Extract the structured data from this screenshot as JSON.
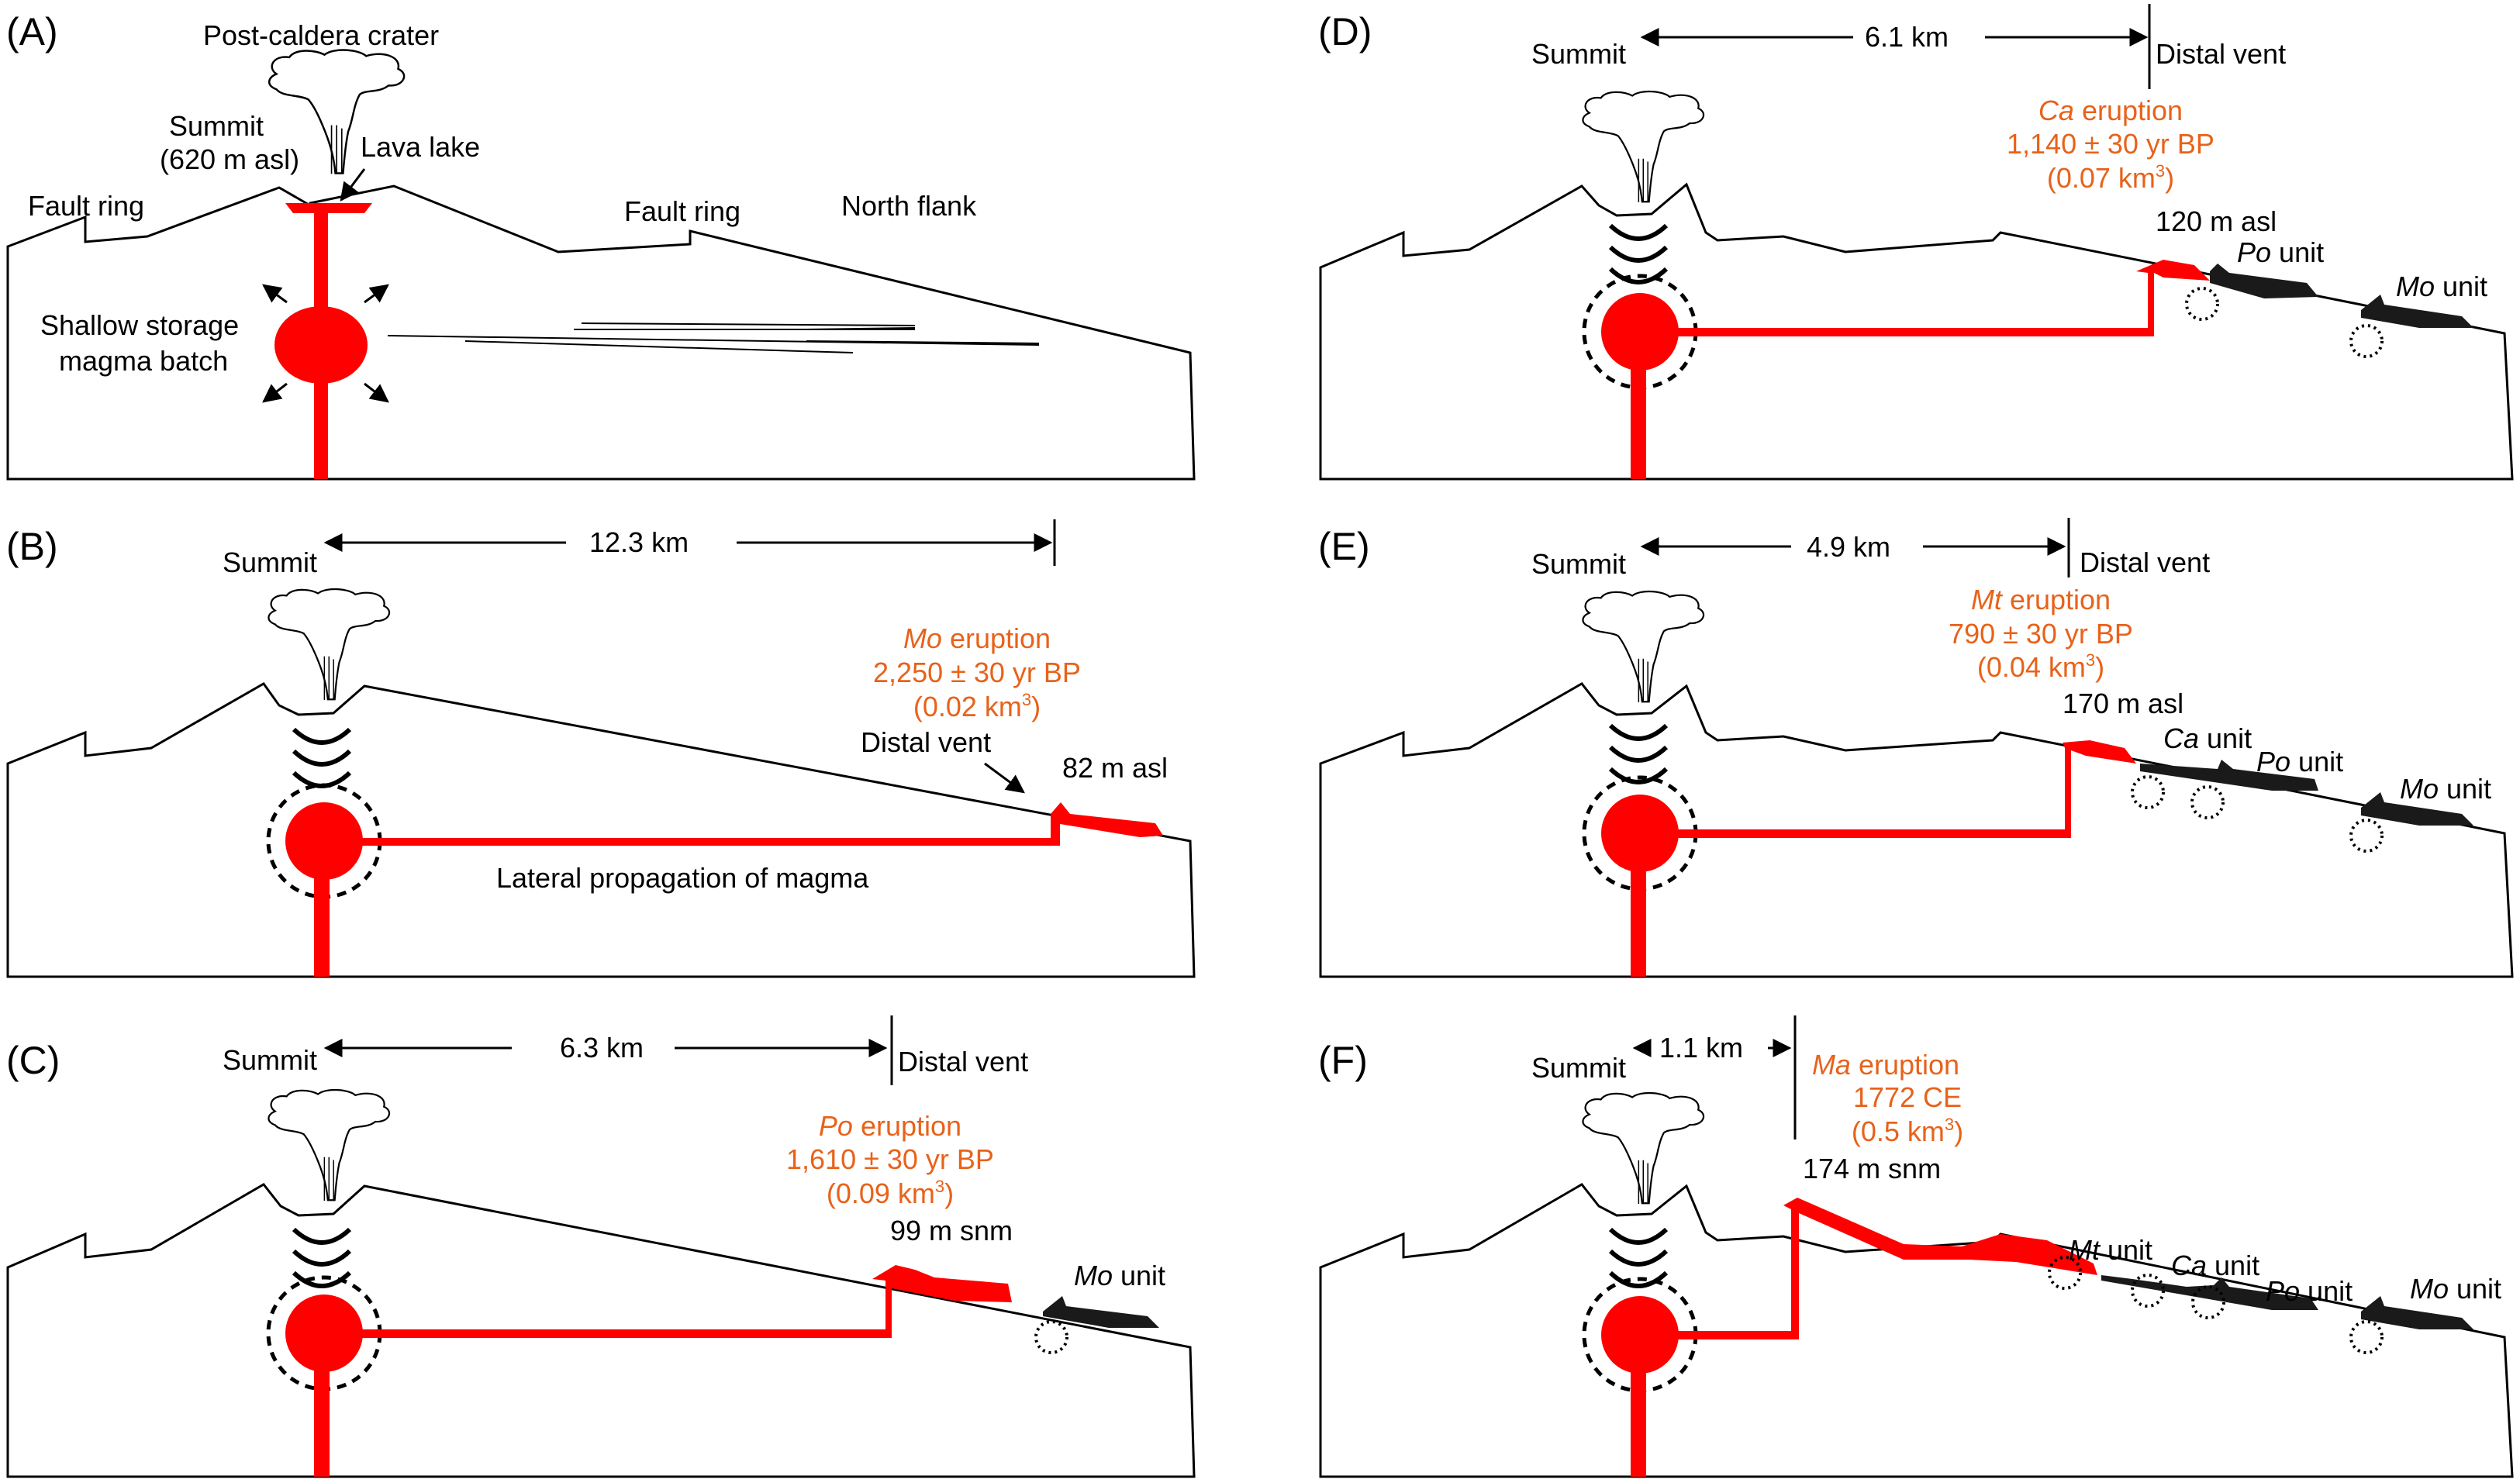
{
  "panels": {
    "A": {
      "label": "(A)",
      "post_caldera": "Post-caldera crater",
      "summit": "Summit",
      "summit_elev": "(620 m asl)",
      "lava_lake": "Lava lake",
      "fault_ring_left": "Fault ring",
      "fault_ring_right": "Fault ring",
      "north_flank": "North flank",
      "storage_1": "Shallow storage",
      "storage_2": "magma batch"
    },
    "B": {
      "label": "(B)",
      "summit": "Summit",
      "distance": "12.3 km",
      "eruption_name": "Mo",
      "eruption_word": " eruption",
      "age": "2,250 ± 30 yr BP",
      "volume": "(0.02 km",
      "volume_sup": "3",
      "volume_end": ")",
      "distal_vent": "Distal vent",
      "elevation": "82 m asl",
      "lateral": "Lateral propagation of magma"
    },
    "C": {
      "label": "(C)",
      "summit": "Summit",
      "distance": "6.3 km",
      "distal_vent": "Distal vent",
      "eruption_name": "Po",
      "eruption_word": " eruption",
      "age": "1,610 ± 30 yr BP",
      "volume": "(0.09 km",
      "volume_sup": "3",
      "volume_end": ")",
      "elevation": "99 m snm",
      "units": [
        {
          "name": "Mo",
          "suffix": " unit"
        }
      ]
    },
    "D": {
      "label": "(D)",
      "summit": "Summit",
      "distance": "6.1 km",
      "distal_vent": "Distal vent",
      "eruption_name": "Ca",
      "eruption_word": " eruption",
      "age": "1,140 ± 30 yr BP",
      "volume": "(0.07 km",
      "volume_sup": "3",
      "volume_end": ")",
      "elevation": "120 m asl",
      "units": [
        {
          "name": "Po",
          "suffix": " unit"
        },
        {
          "name": "Mo",
          "suffix": " unit"
        }
      ]
    },
    "E": {
      "label": "(E)",
      "summit": "Summit",
      "distance": "4.9 km",
      "distal_vent": "Distal vent",
      "eruption_name": "Mt",
      "eruption_word": " eruption",
      "age": "790 ± 30 yr BP",
      "volume": "(0.04 km",
      "volume_sup": "3",
      "volume_end": ")",
      "elevation": "170 m asl",
      "units": [
        {
          "name": "Ca",
          "suffix": " unit"
        },
        {
          "name": "Po",
          "suffix": " unit"
        },
        {
          "name": "Mo",
          "suffix": " unit"
        }
      ]
    },
    "F": {
      "label": "(F)",
      "summit": "Summit",
      "distance": "1.1 km",
      "eruption_name": "Ma",
      "eruption_word": " eruption",
      "age": "1772 CE",
      "volume": "(0.5 km",
      "volume_sup": "3",
      "volume_end": ")",
      "elevation": "174 m snm",
      "units": [
        {
          "name": "Mt",
          "suffix": " unit"
        },
        {
          "name": "Ca",
          "suffix": " unit"
        },
        {
          "name": "Po",
          "suffix": " unit"
        },
        {
          "name": "Mo",
          "suffix": " unit"
        }
      ]
    }
  },
  "colors": {
    "magma": "#ff0000",
    "eruption_text": "#e8621a",
    "older_units": "#1a1a1a"
  }
}
